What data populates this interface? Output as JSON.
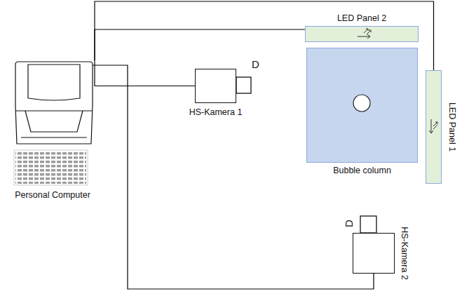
{
  "diagram": {
    "nodes": [
      {
        "text": [
          "LED Panel 2"
        ]
      },
      {
        "text": [
          "HS-Kamera 1"
        ]
      },
      {
        "text": [
          "Bubble column"
        ]
      },
      {
        "text": [
          "LED Panel 1"
        ]
      },
      {
        "text": [
          "Personal Computer"
        ]
      },
      {
        "text": [
          "HS-Kamera 2"
        ]
      }
    ],
    "edges": [
      {
        "from": 4,
        "to": 0,
        "arrow": "none"
      },
      {
        "from": 4,
        "to": 1,
        "arrow": "none"
      },
      {
        "from": 4,
        "to": 3,
        "arrow": "none"
      },
      {
        "from": 4,
        "to": 5,
        "arrow": "none"
      }
    ],
    "labels": [
      "D",
      "D"
    ]
  }
}
